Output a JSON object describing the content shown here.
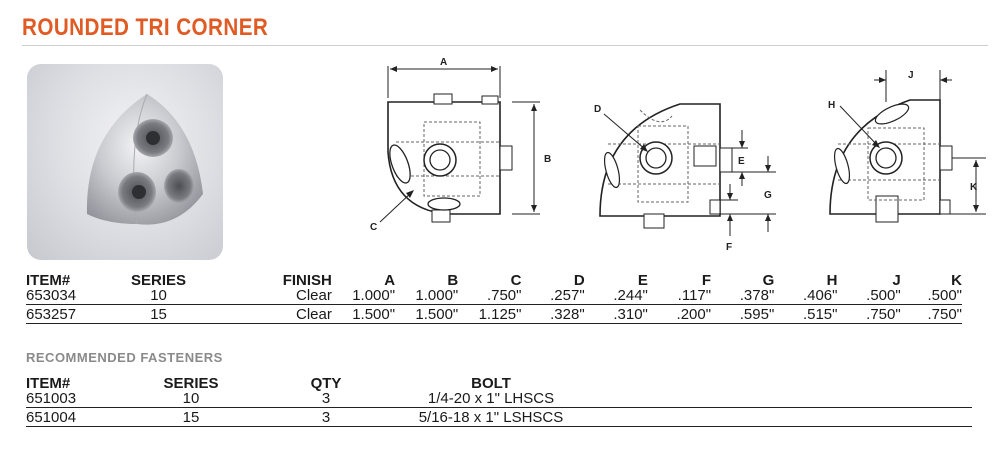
{
  "title": "ROUNDED TRI CORNER",
  "drawing_labels": {
    "d1": {
      "a": "A",
      "b": "B",
      "c": "C"
    },
    "d2": {
      "d": "D",
      "e": "E",
      "g": "G",
      "f": "F"
    },
    "d3": {
      "h": "H",
      "j": "J",
      "k": "K"
    }
  },
  "spec_table": {
    "headers": [
      "ITEM#",
      "SERIES",
      "FINISH",
      "A",
      "B",
      "C",
      "D",
      "E",
      "F",
      "G",
      "H",
      "J",
      "K"
    ],
    "rows": [
      [
        "653034",
        "10",
        "Clear",
        "1.000\"",
        "1.000\"",
        ".750\"",
        ".257\"",
        ".244\"",
        ".117\"",
        ".378\"",
        ".406\"",
        ".500\"",
        ".500\""
      ],
      [
        "653257",
        "15",
        "Clear",
        "1.500\"",
        "1.500\"",
        "1.125\"",
        ".328\"",
        ".310\"",
        ".200\"",
        ".595\"",
        ".515\"",
        ".750\"",
        ".750\""
      ]
    ]
  },
  "fasteners_heading": "RECOMMENDED FASTENERS",
  "fasteners_table": {
    "headers": [
      "ITEM#",
      "SERIES",
      "QTY",
      "BOLT"
    ],
    "rows": [
      [
        "651003",
        "10",
        "3",
        "1/4-20 x 1\" LHSCS"
      ],
      [
        "651004",
        "15",
        "3",
        "5/16-18 x 1\" LSHSCS"
      ]
    ]
  },
  "colors": {
    "title": "#e05a24",
    "rule": "#cfcfcf",
    "subheading": "#8a8a8a"
  }
}
